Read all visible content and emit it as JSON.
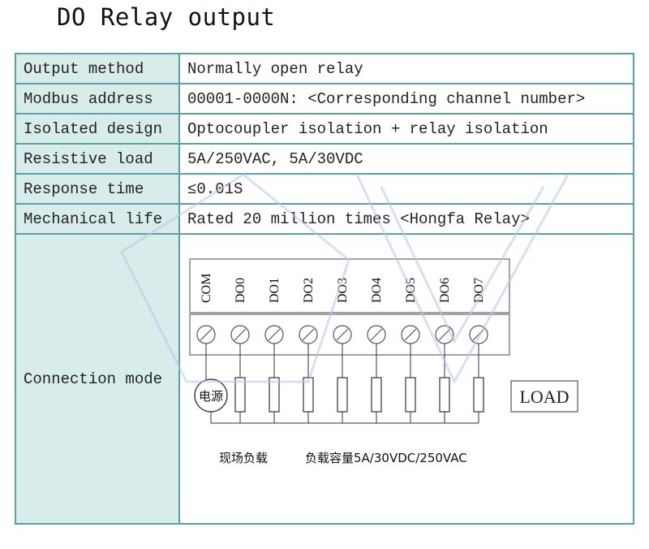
{
  "heading": "DO Relay output",
  "rows": [
    {
      "label": "Output method",
      "value": "Normally open relay"
    },
    {
      "label": "Modbus address",
      "value": "00001-0000N: <Corresponding channel number>"
    },
    {
      "label": "Isolated design",
      "value": "Optocoupler isolation + relay isolation"
    },
    {
      "label": "Resistive load",
      "value": "5A/250VAC,  5A/30VDC"
    },
    {
      "label": "Response time",
      "value": "≤0.01S"
    },
    {
      "label": "Mechanical life",
      "value": "Rated 20 million times <Hongfa Relay>"
    }
  ],
  "connection": {
    "label": "Connection mode",
    "terminals": [
      "COM",
      "DO0",
      "DO1",
      "DO2",
      "DO3",
      "DO4",
      "DO5",
      "DO6",
      "DO7"
    ],
    "power_label": "电源",
    "load_label": "LOAD",
    "caption_left": "现场负载",
    "caption_right": "负载容量5A/30VDC/250VAC"
  }
}
